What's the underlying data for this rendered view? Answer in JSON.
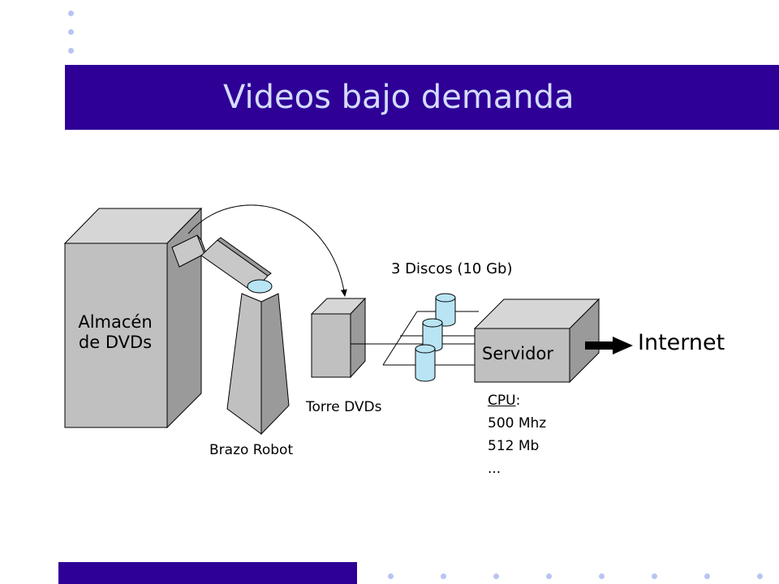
{
  "slide": {
    "title": "Videos bajo demanda",
    "colors": {
      "accent": "#2e0096",
      "title_text": "#d4dcff",
      "dots": "#b9c4f2",
      "box_fill": "#c0c0c0",
      "box_shade": "#9a9a9a",
      "lens": "#b8e4f4"
    }
  },
  "diagram": {
    "storage_label_line1": "Almacén",
    "storage_label_line2": "de DVDs",
    "robot_label": "Brazo Robot",
    "tower_label": "Torre DVDs",
    "disks_label": "3 Discos (10 Gb)",
    "server_label": "Servidor",
    "internet_label": "Internet",
    "specs": {
      "cpu_label": "CPU",
      "cpu_colon": ":",
      "line1": "500 Mhz",
      "line2": "512 Mb",
      "line3": "..."
    }
  }
}
